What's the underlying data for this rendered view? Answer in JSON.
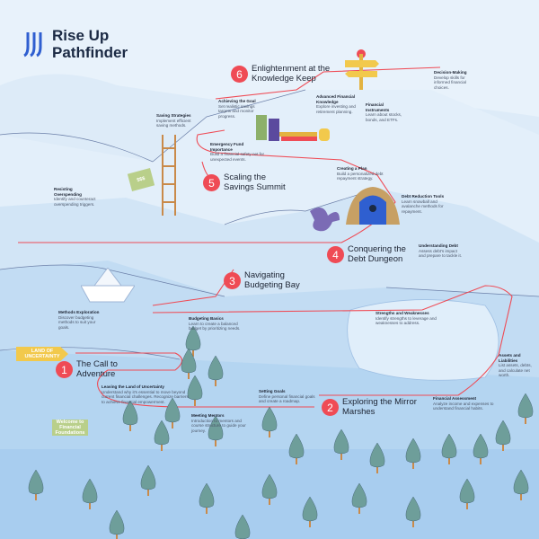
{
  "brand": {
    "name_line1": "Rise Up",
    "name_line2": "Pathfinder",
    "color": "#2f5fd0"
  },
  "colors": {
    "path": "#ef4b55",
    "marker": "#ef4b55"
  },
  "stages": [
    {
      "number": "1",
      "title": "The Call to Adventure"
    },
    {
      "number": "2",
      "title": "Exploring the Mirror Marshes"
    },
    {
      "number": "3",
      "title": "Navigating Budgeting Bay"
    },
    {
      "number": "4",
      "title": "Conquering the Debt Dungeon"
    },
    {
      "number": "5",
      "title": "Scaling the Savings Summit"
    },
    {
      "number": "6",
      "title": "Enlightenment at the Knowledge Keep"
    }
  ],
  "steps": [
    {
      "title": "Leaving the Land of Uncertainty",
      "desc": "Understand why it's essential to move beyond current financial challenges. Recognize barriers to achieve financial empowerment."
    },
    {
      "title": "Meeting Mentors",
      "desc": "Introduction to mentors and course structure to guide your journey."
    },
    {
      "title": "Setting Goals",
      "desc": "Define personal financial goals and create a roadmap."
    },
    {
      "title": "Financial Assessment",
      "desc": "Analyze income and expenses to understand financial habits."
    },
    {
      "title": "Assets and Liabilities",
      "desc": "List assets, debts, and calculate net worth."
    },
    {
      "title": "Strengths and Weaknesses",
      "desc": "Identify strengths to leverage and weaknesses to address."
    },
    {
      "title": "Budgeting Basics",
      "desc": "Learn to create a balanced budget by prioritizing needs."
    },
    {
      "title": "Methods Exploration",
      "desc": "Discover budgeting methods to suit your goals."
    },
    {
      "title": "Resisting Overspending",
      "desc": "Identify and counteract overspending triggers."
    },
    {
      "title": "Understanding Debt",
      "desc": "Assess debt's impact and prepare to tackle it."
    },
    {
      "title": "Debt Reduction Tools",
      "desc": "Learn snowball and avalanche methods for repayment."
    },
    {
      "title": "Creating a Plan",
      "desc": "Build a personalized debt repayment strategy."
    },
    {
      "title": "Emergency Fund Importance",
      "desc": "Build a financial safety net for unexpected events."
    },
    {
      "title": "Saving Strategies",
      "desc": "Implement efficient saving methods."
    },
    {
      "title": "Achieving the Goal",
      "desc": "Set realistic savings targets and monitor progress."
    },
    {
      "title": "Advanced Financial Knowledge",
      "desc": "Explore investing and retirement planning."
    },
    {
      "title": "Financial Instruments",
      "desc": "Learn about stocks, bonds, and ETFs."
    },
    {
      "title": "Decision-Making",
      "desc": "Develop skills for informed financial choices."
    }
  ],
  "signs": {
    "uncertainty": "LAND OF UNCERTAINTY",
    "welcome": "Welcome to Financial Foundations",
    "savings": "$$$"
  }
}
